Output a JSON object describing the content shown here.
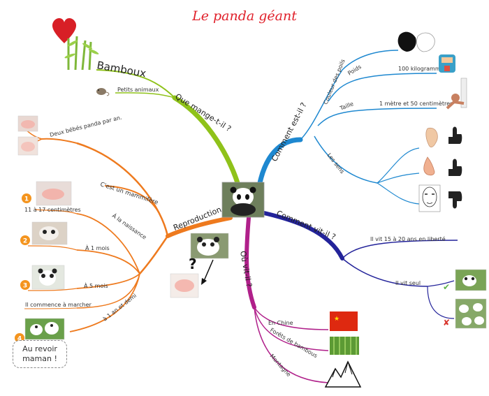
{
  "title": "Le panda géant",
  "center": {
    "icon": "panda-photo"
  },
  "branches": {
    "food": {
      "label": "Que mange-t-il ?",
      "color": "#8fc21a",
      "items": {
        "bamboo": "Bamboux",
        "small_animals": "Petits animaux"
      }
    },
    "appearance": {
      "label": "Comment est-il ?",
      "color": "#1e88d0",
      "items": {
        "fur_color": "Couleur des poils",
        "weight": "Poids",
        "weight_value": "100 kilogrammes",
        "height": "Taille",
        "height_value": "1 mètre et 50 centimètres",
        "senses": "Les sens"
      }
    },
    "reproduction": {
      "label": "Reproduction",
      "color": "#ee7a1e",
      "items": {
        "twin_babies": "Deux bébés panda par an.",
        "mammal": "C'est un mammifère",
        "at_birth": "À la naissance",
        "birth_size": "11 à 17 centimètres",
        "one_month": "À 1 mois",
        "five_months": "À 5 mois",
        "starts_walking": "Il commence à marcher",
        "one_and_half_years": "à 1 an et demi",
        "goodbye": "Au revoir maman !"
      },
      "step_numbers": [
        "1",
        "2",
        "3",
        "4"
      ]
    },
    "life": {
      "label": "Comment vit-il ?",
      "color": "#23239a",
      "items": {
        "lifespan": "Il vit 15 à 20 ans en liberté",
        "alone": "Il vit seul"
      }
    },
    "habitat": {
      "label": "Où vit-il ?",
      "color": "#b0208a",
      "items": {
        "china": "En Chine",
        "forests": "Forêts de bambous",
        "mountain": "Montagne"
      }
    }
  },
  "marks": {
    "question": "?",
    "check": "✔",
    "cross": "✘"
  }
}
